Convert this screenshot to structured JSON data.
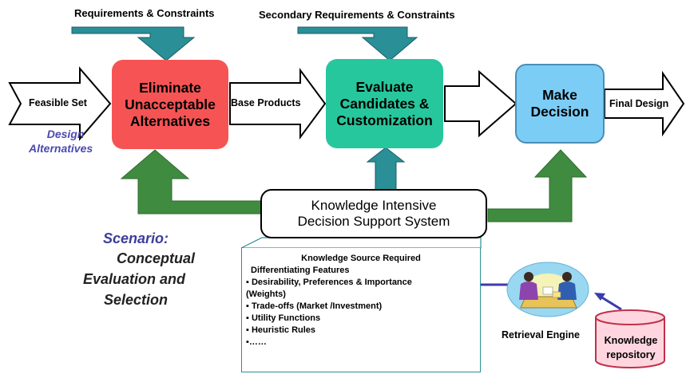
{
  "inputs": {
    "requirements": "Requirements & Constraints",
    "secondary_requirements": "Secondary Requirements & Constraints"
  },
  "flow_labels": {
    "feasible_set": "Feasible Set",
    "base_products": "Base Products",
    "final_design": "Final Design"
  },
  "design_alternatives": [
    "Design",
    "Alternatives"
  ],
  "stages": {
    "eliminate": [
      "Eliminate",
      "Unacceptable",
      "Alternatives"
    ],
    "evaluate": [
      "Evaluate",
      "Candidates &",
      "Customization"
    ],
    "decide": [
      "Make",
      "Decision"
    ]
  },
  "kidss": [
    "Knowledge Intensive",
    "Decision Support System"
  ],
  "scenario": {
    "heading": "Scenario:",
    "lines": [
      "Conceptual",
      "Evaluation and",
      "Selection"
    ]
  },
  "knowledge_source": {
    "title": "Knowledge Source Required",
    "subtitle": "Differentiating Features",
    "items": [
      "▪ Desirability, Preferences & Importance",
      "(Weights)",
      "▪ Trade-offs (Market /Investment)",
      "▪ Utility Functions",
      "▪ Heuristic Rules",
      "▪……"
    ]
  },
  "retrieval_engine": "Retrieval Engine",
  "repository": [
    "Knowledge",
    "repository"
  ],
  "colors": {
    "eliminate": "#f65454",
    "evaluate": "#27c79d",
    "decide": "#7ccdf6",
    "teal_arrow": "#2a8f97",
    "green_arrow": "#3f8b3f",
    "scenario_heading": "#3d3d9c",
    "design_alternatives": "#4a4ab0",
    "retrieval_arrow": "#3b3bab",
    "repository": "#ffd6df"
  }
}
